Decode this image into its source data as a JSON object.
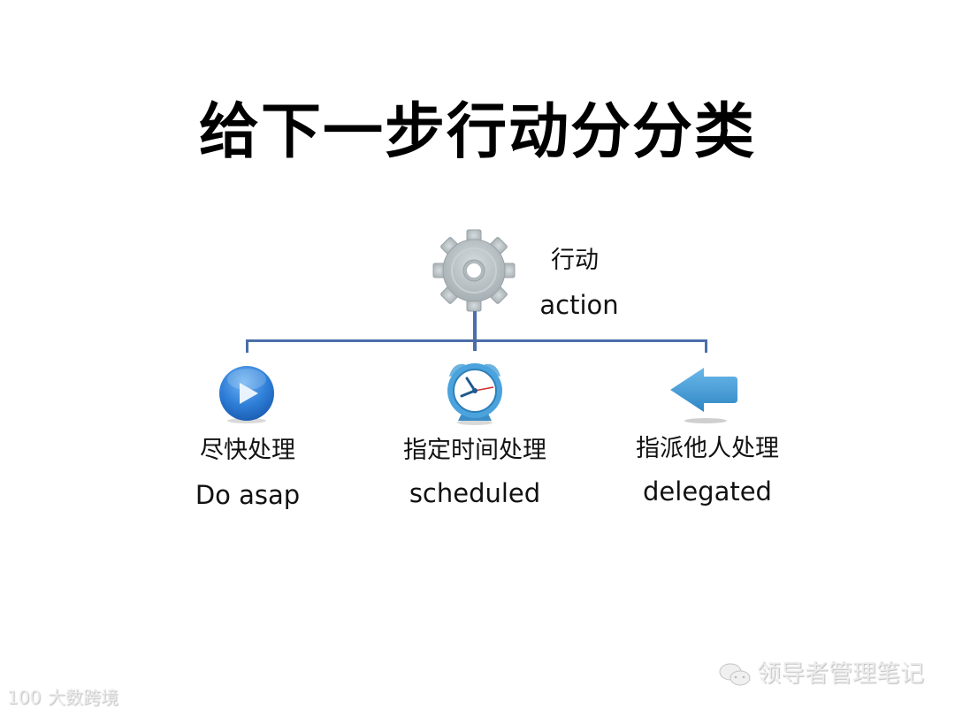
{
  "slide": {
    "title": "给下一步行动分分类"
  },
  "root": {
    "icon": "gear-icon",
    "label_cn": "行动",
    "label_en": "action"
  },
  "branches": [
    {
      "icon": "play-button-icon",
      "label_cn": "尽快处理",
      "label_en": "Do asap",
      "color": "#2f7fd8"
    },
    {
      "icon": "alarm-clock-icon",
      "label_cn": "指定时间处理",
      "label_en": "scheduled",
      "color": "#4aa3dc"
    },
    {
      "icon": "left-arrow-icon",
      "label_cn": "指派他人处理",
      "label_en": "delegated",
      "color": "#3d95cf"
    }
  ],
  "colors": {
    "connector": "#4a6ea8",
    "gear": "#b8c0c4"
  },
  "watermarks": {
    "bottom_right": "领导者管理笔记",
    "bottom_left_logo": "100",
    "bottom_left": "大数跨境"
  }
}
